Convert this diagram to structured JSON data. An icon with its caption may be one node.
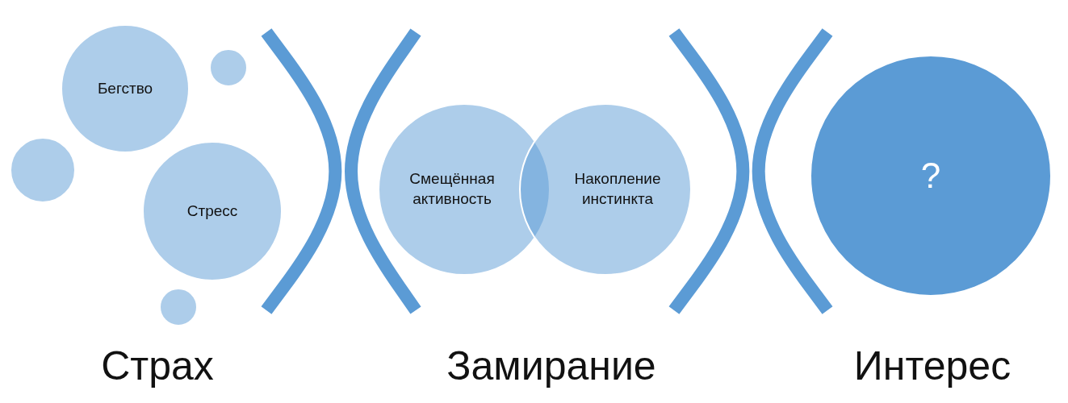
{
  "diagram": {
    "nodes": [
      {
        "text": [
          "Бегство"
        ]
      },
      {
        "text": [
          "Стресс"
        ]
      },
      {
        "text": [
          "Смещённая активность"
        ]
      },
      {
        "text": [
          "Накопление инстинкта"
        ]
      },
      {
        "text": [
          "?"
        ]
      },
      {
        "text": [],
        "shape": "circle"
      },
      {
        "text": [],
        "shape": "circle"
      },
      {
        "text": [],
        "shape": "circle"
      }
    ],
    "labels": [
      "Страх",
      "Замирание",
      "Интерес"
    ]
  }
}
